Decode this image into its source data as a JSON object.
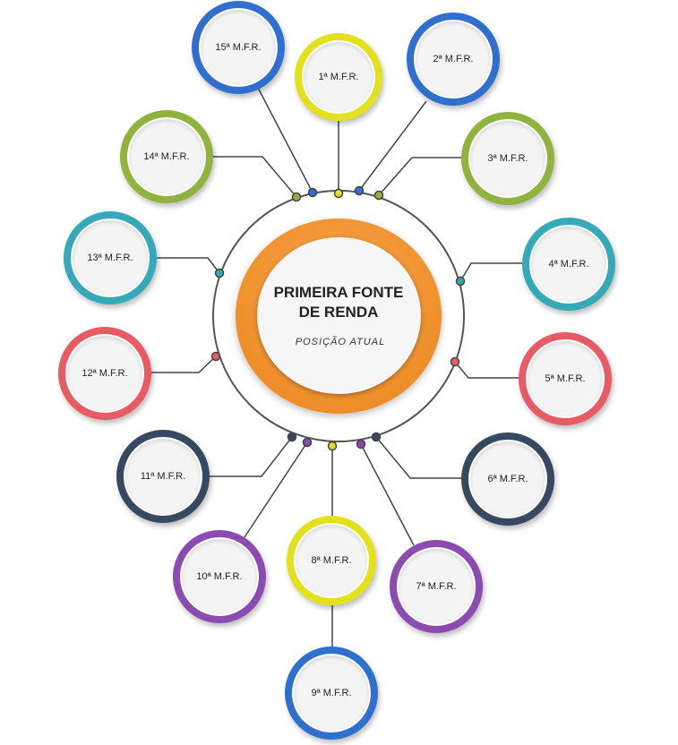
{
  "center": {
    "title": "PRIMEIRA FONTE DE RENDA",
    "subtitle": "POSIÇÃO ATUAL",
    "color": "#f0922e"
  },
  "nodes": [
    {
      "id": "1",
      "label": "1ª M.F.R.",
      "color": "#e3e01c"
    },
    {
      "id": "2",
      "label": "2ª M.F.R.",
      "color": "#2f6fce"
    },
    {
      "id": "3",
      "label": "3ª M.F.R.",
      "color": "#8fb33c"
    },
    {
      "id": "4",
      "label": "4ª M.F.R.",
      "color": "#35a9b8"
    },
    {
      "id": "5",
      "label": "5ª M.F.R.",
      "color": "#e85a64"
    },
    {
      "id": "6",
      "label": "6ª M.F.R.",
      "color": "#354a60"
    },
    {
      "id": "7",
      "label": "7ª M.F.R.",
      "color": "#8b4bb0"
    },
    {
      "id": "8",
      "label": "8ª M.F.R.",
      "color": "#e3e01c"
    },
    {
      "id": "9",
      "label": "9ª M.F.R.",
      "color": "#2f6fce"
    },
    {
      "id": "10",
      "label": "10ª M.F.R.",
      "color": "#8b4bb0"
    },
    {
      "id": "11",
      "label": "11ª M.F.R.",
      "color": "#354a60"
    },
    {
      "id": "12",
      "label": "12ª M.F.R.",
      "color": "#e85a64"
    },
    {
      "id": "13",
      "label": "13ª M.F.R.",
      "color": "#35a9b8"
    },
    {
      "id": "14",
      "label": "14ª M.F.R.",
      "color": "#8fb33c"
    },
    {
      "id": "15",
      "label": "15ª M.F.R.",
      "color": "#2f6fce"
    }
  ]
}
